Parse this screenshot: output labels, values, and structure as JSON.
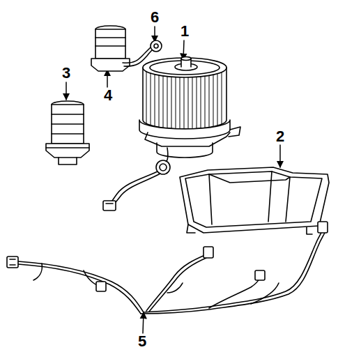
{
  "diagram": {
    "labels": [
      "6",
      "1",
      "3",
      "4",
      "2",
      "5"
    ]
  }
}
